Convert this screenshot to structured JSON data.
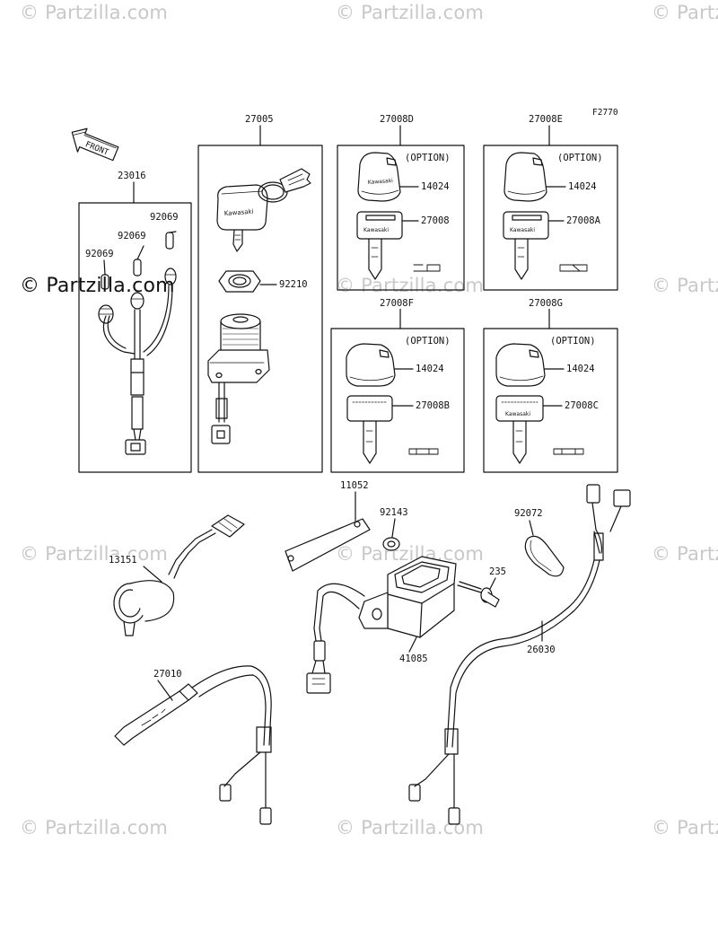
{
  "figure_code": "F2770",
  "front_label": "FRONT",
  "watermark_text": "© Partzilla.com",
  "callouts": {
    "p23016": "23016",
    "p92069a": "92069",
    "p92069b": "92069",
    "p92069c": "92069",
    "p27005": "27005",
    "p92210": "92210",
    "p27008D": "27008D",
    "p27008E": "27008E",
    "p27008F": "27008F",
    "p27008G": "27008G",
    "option_d": "(OPTION)",
    "option_e": "(OPTION)",
    "option_f": "(OPTION)",
    "option_g": "(OPTION)",
    "p14024_d": "14024",
    "p14024_e": "14024",
    "p14024_f": "14024",
    "p14024_g": "14024",
    "p27008": "27008",
    "p27008A": "27008A",
    "p27008B": "27008B",
    "p27008C": "27008C",
    "p11052": "11052",
    "p92143": "92143",
    "p235": "235",
    "p41085": "41085",
    "p92072": "92072",
    "p26030": "26030",
    "p13151": "13151",
    "p27010": "27010"
  },
  "key_text": "Kawasaki",
  "colors": {
    "line": "#111111",
    "watermark": "#c8c8c8",
    "background": "#ffffff"
  }
}
